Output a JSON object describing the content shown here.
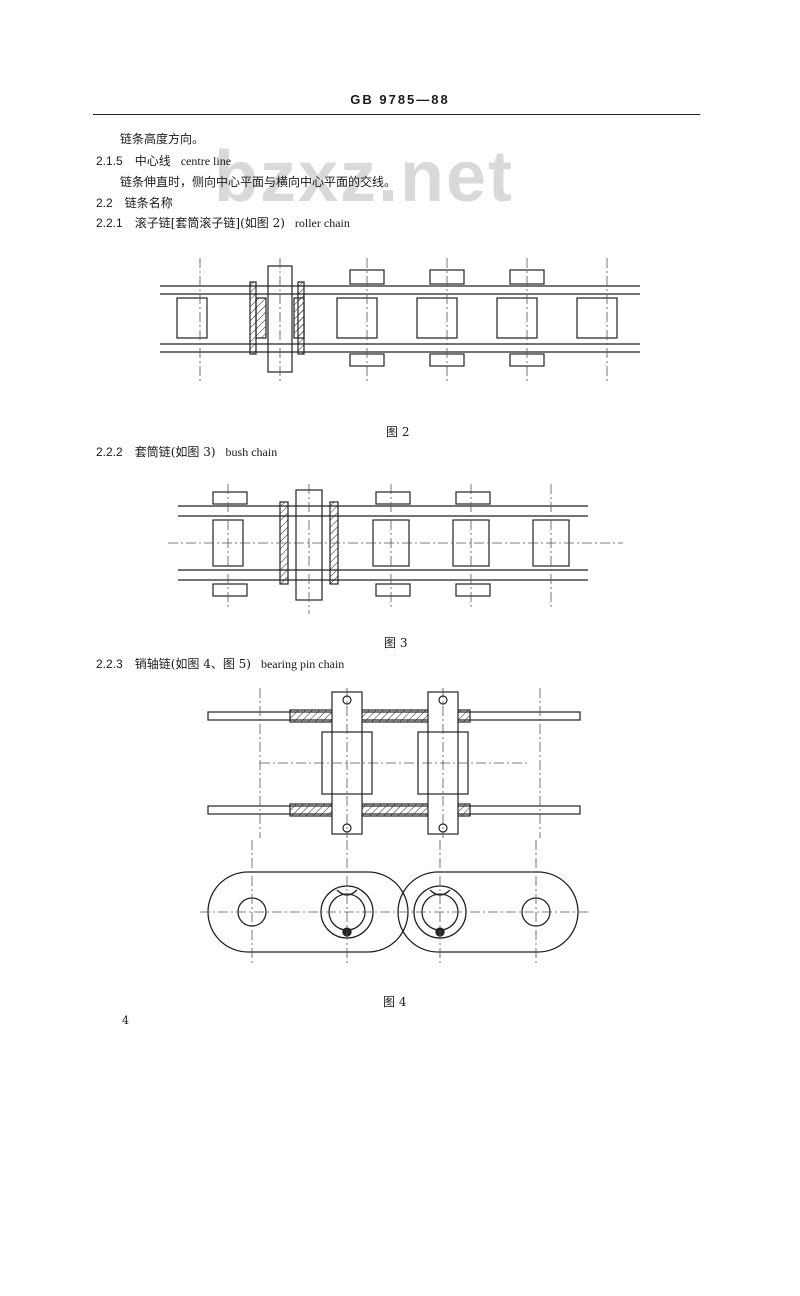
{
  "header": {
    "standard_no": "GB 9785—88"
  },
  "watermark": "bzxz.net",
  "paragraphs": {
    "line1": "链条高度方向。",
    "p215_num": "2.1.5",
    "p215_cn": "中心线",
    "p215_en": "centre line",
    "p215_def": "链条伸直时，侧向中心平面与横向中心平面的交线。",
    "p22_num": "2.2",
    "p22_cn": "链条名称",
    "p221_num": "2.2.1",
    "p221_cn": "滚子链[套筒滚子链](如图 2)",
    "p221_en": "roller chain",
    "p222_num": "2.2.2",
    "p222_cn": "套筒链(如图 3)",
    "p222_en": "bush chain",
    "p223_num": "2.2.3",
    "p223_cn": "销轴链(如图 4、图 5)",
    "p223_en": "bearing pin chain"
  },
  "figures": {
    "fig2": "图 2",
    "fig3": "图 3",
    "fig4": "图 4"
  },
  "page_number": "4"
}
